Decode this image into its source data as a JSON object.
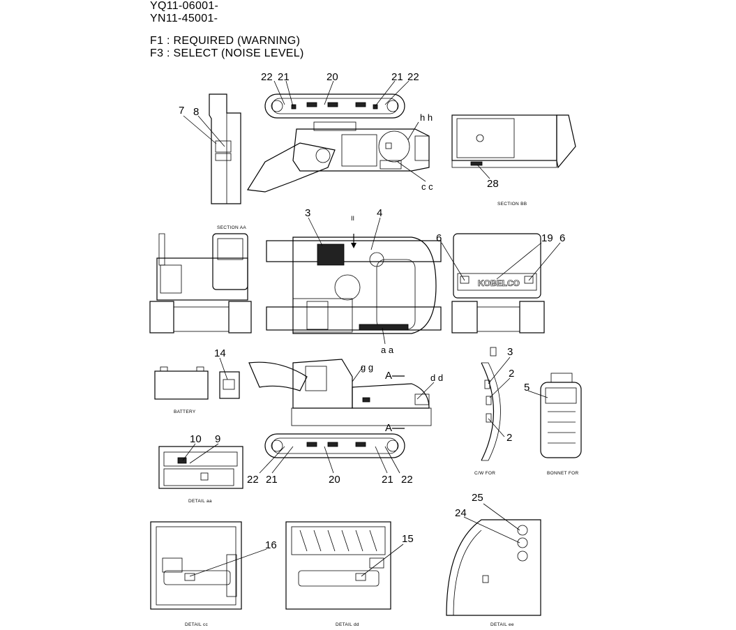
{
  "header": {
    "serial_1": "YQ11-06001-",
    "serial_2": "YN11-45001-",
    "legend_f1": "F1 :  REQUIRED (WARNING)",
    "legend_f3": "F3 :  SELECT (NOISE LEVEL)"
  },
  "callouts": {
    "c22a": "22",
    "c21a": "21",
    "c20a": "20",
    "c21b": "21",
    "c22b": "22",
    "c7": "7",
    "c8": "8",
    "chh": "h h",
    "ccc": "c c",
    "c28": "28",
    "c3a": "3",
    "c4": "4",
    "c6a": "6",
    "c19": "19",
    "c6b": "6",
    "caa": "a a",
    "c14": "14",
    "cgg": "g g",
    "cdd": "d d",
    "cA1": "A",
    "cA2": "A",
    "c3b": "3",
    "c2a": "2",
    "c5": "5",
    "c2b": "2",
    "c10": "10",
    "c9": "9",
    "c22c": "22",
    "c21c": "21",
    "c20b": "20",
    "c21d": "21",
    "c22d": "22",
    "c25": "25",
    "c24": "24",
    "c16": "16",
    "c15": "15",
    "cII": "II"
  },
  "captions": {
    "section_bb": "SECTION BB",
    "section_aa": "SECTION AA",
    "battery": "BATTERY",
    "cw_for": "C/W FOR",
    "bonnet_for": "BONNET FOR",
    "detail_aa": "DETAIL aa",
    "detail_cc": "DETAIL cc",
    "detail_dd": "DETAIL dd",
    "detail_ee": "DETAIL ee"
  },
  "brand_mark": "KOBELCO"
}
